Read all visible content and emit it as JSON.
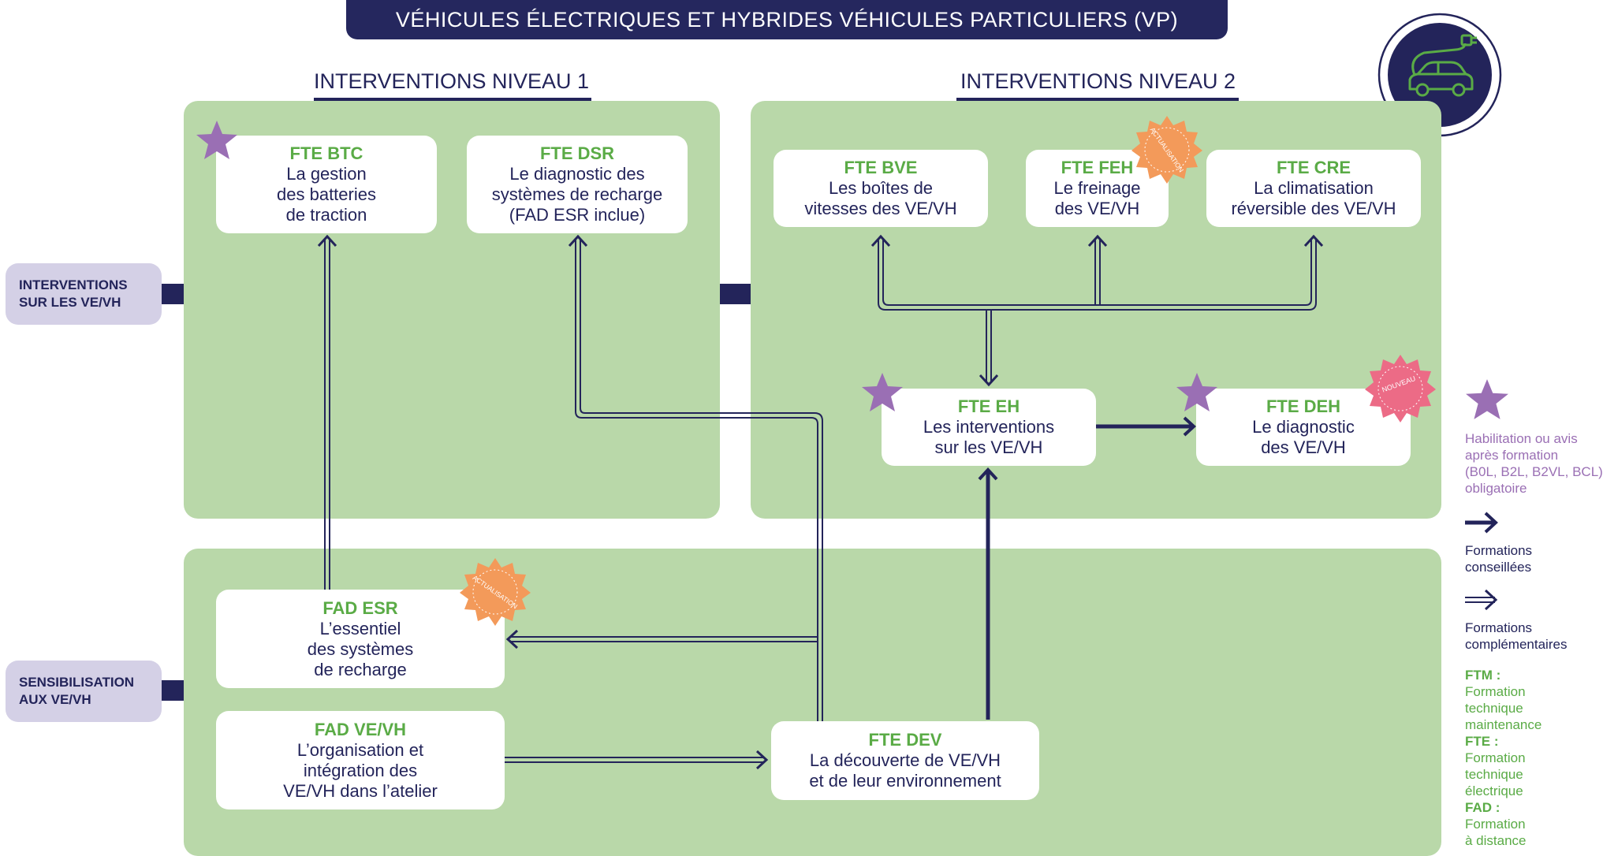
{
  "title": "VÉHICULES ÉLECTRIQUES ET HYBRIDES VÉHICULES PARTICULIERS (VP)",
  "levels": {
    "level1": "INTERVENTIONS NIVEAU 1",
    "level2": "INTERVENTIONS NIVEAU 2"
  },
  "side_labels": {
    "interventions": "INTERVENTIONS\nSUR LES VE/VH",
    "sensibilisation": "SENSIBILISATION\nAUX VE/VH"
  },
  "nodes": {
    "btc": {
      "code": "FTE BTC",
      "desc": "La gestion\ndes batteries\nde traction"
    },
    "dsr": {
      "code": "FTE DSR",
      "desc": "Le diagnostic des\nsystèmes de recharge\n(FAD ESR inclue)"
    },
    "bve": {
      "code": "FTE BVE",
      "desc": "Les boîtes de\nvitesses des VE/VH"
    },
    "feh": {
      "code": "FTE FEH",
      "desc": "Le freinage\ndes VE/VH"
    },
    "cre": {
      "code": "FTE CRE",
      "desc": "La climatisation\nréversible des VE/VH"
    },
    "eh": {
      "code": "FTE EH",
      "desc": "Les interventions\nsur les VE/VH"
    },
    "deh": {
      "code": "FTE DEH",
      "desc": "Le diagnostic\ndes VE/VH"
    },
    "esr": {
      "code": "FAD ESR",
      "desc": "L’essentiel\ndes systèmes\nde recharge"
    },
    "vevh": {
      "code": "FAD VE/VH",
      "desc": "L’organisation et\nintégration des\nVE/VH dans l’atelier"
    },
    "dev": {
      "code": "FTE DEV",
      "desc": "La découverte de VE/VH\net de leur environnement"
    }
  },
  "badges": {
    "actualisation": "ACTUALISATION",
    "nouveau": "NOUVEAU"
  },
  "legend": {
    "star_text": "Habilitation ou avis\naprès formation\n(B0L, B2L, B2VL, BCL)\nobligatoire",
    "solid_arrow_text": "Formations\nconseillées",
    "double_arrow_text": "Formations\ncomplémentaires",
    "abbreviations": [
      {
        "abbr": "FTM :",
        "meaning": "Formation\ntechnique\nmaintenance"
      },
      {
        "abbr": "FTE :",
        "meaning": "Formation\ntechnique\nélectrique"
      },
      {
        "abbr": "FAD :",
        "meaning": "Formation\nà distance"
      }
    ]
  },
  "colors": {
    "navy": "#23245a",
    "panel_green": "#b9d8a9",
    "code_green": "#5aab46",
    "star_purple": "#9a6fb4",
    "badge_orange": "#f39a5a",
    "badge_pink": "#ec6b86",
    "side_lavender": "#d4d0e6"
  },
  "icons": {
    "logo": "electric-car-plug-icon",
    "star": "star-icon"
  }
}
